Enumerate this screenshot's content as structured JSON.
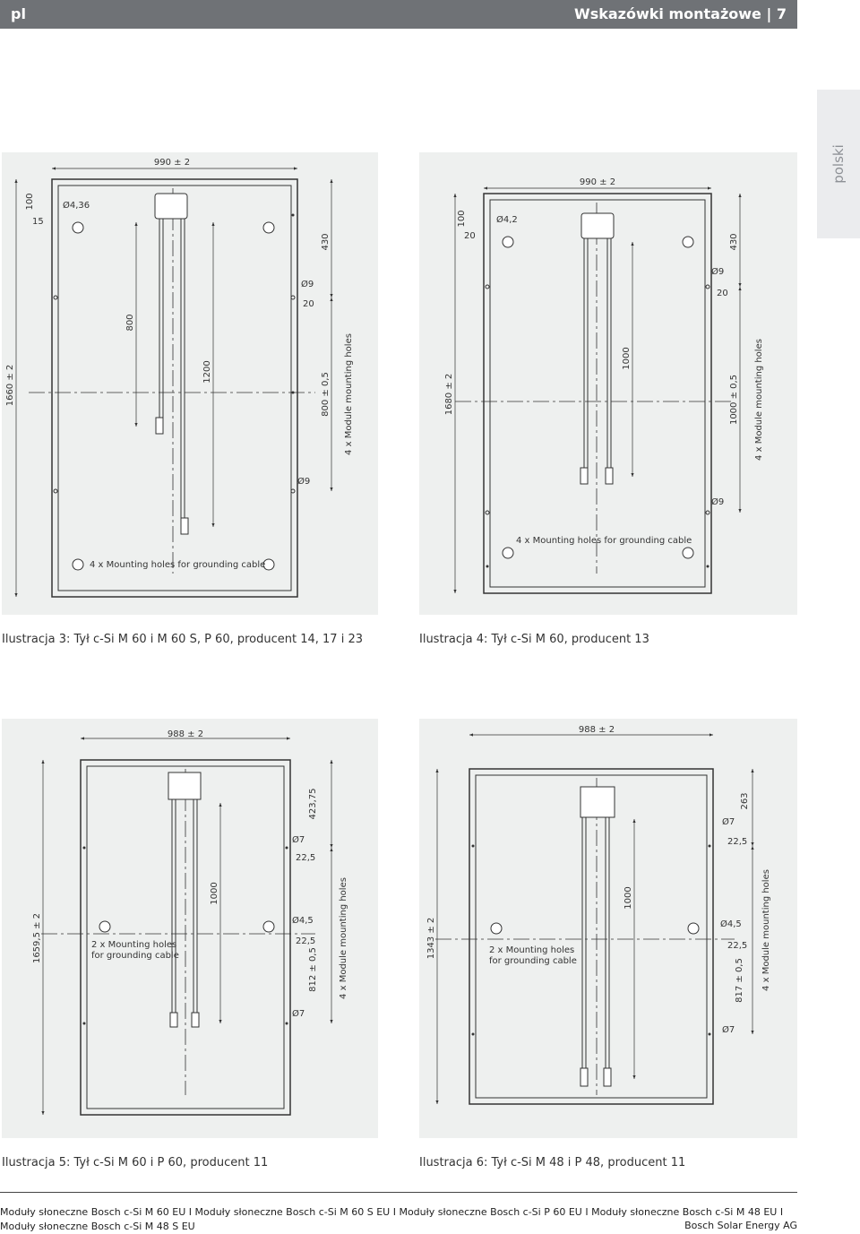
{
  "header": {
    "lang": "pl",
    "title": "Wskazówki montażowe | 7"
  },
  "sidetab": {
    "label": "polski"
  },
  "figures": [
    {
      "caption": "Ilustracja 3: Tył c-Si M 60 i M 60 S, P 60, producent 14, 17 i 23",
      "dims": {
        "width": "990 ± 2",
        "height": "1660 ± 2",
        "top_offset": "100",
        "corner_offset": "15",
        "hole_small": "Ø4,36",
        "top_to_hole": "430",
        "hole_d": "Ø9",
        "edge": "20",
        "cable1": "800",
        "cable2": "1200",
        "hole_spacing": "800 ± 0,5",
        "hole_d2": "Ø9",
        "module_holes": "4 x Module mounting holes",
        "ground_holes": "4 x Mounting holes for grounding cable"
      }
    },
    {
      "caption": "Ilustracja 4: Tył c-Si M 60, producent 13",
      "dims": {
        "width": "990 ± 2",
        "height": "1680 ± 2",
        "top_offset": "100",
        "corner_offset": "20",
        "hole_small": "Ø4,2",
        "top_to_hole": "430",
        "hole_d": "Ø9",
        "edge": "20",
        "cable": "1000",
        "hole_spacing": "1000 ± 0,5",
        "hole_d2": "Ø9",
        "module_holes": "4 x Module mounting holes",
        "ground_holes": "4 x Mounting holes for grounding cable"
      }
    },
    {
      "caption": "Ilustracja 5: Tył c-Si M 60 i P 60, producent 11",
      "dims": {
        "width": "988 ± 2",
        "height": "1659,5 ± 2",
        "top_to_hole": "423,75",
        "hole_d": "Ø7",
        "edge1": "22,5",
        "cable": "1000",
        "hole_g": "Ø4,5",
        "edge2": "22,5",
        "hole_spacing": "812 ± 0,5",
        "hole_d2": "Ø7",
        "module_holes": "4 x Module mounting holes",
        "ground_line1": "2 x Mounting holes",
        "ground_line2": "for grounding cable"
      }
    },
    {
      "caption": "Ilustracja 6: Tył c-Si M 48 i P 48, producent 11",
      "dims": {
        "width": "988 ± 2",
        "height": "1343 ± 2",
        "top_to_hole": "263",
        "hole_d": "Ø7",
        "edge1": "22,5",
        "cable": "1000",
        "hole_g": "Ø4,5",
        "edge2": "22,5",
        "hole_spacing": "817 ± 0,5",
        "hole_d2": "Ø7",
        "module_holes": "4 x Module mounting holes",
        "ground_line1": "2 x Mounting holes",
        "ground_line2": "for grounding cable"
      }
    }
  ],
  "footer": {
    "text": "Moduły słoneczne Bosch c-Si M 60 EU I Moduły słoneczne Bosch c-Si M 60 S EU I Moduły słoneczne Bosch c-Si P 60 EU I Moduły słoneczne Bosch c-Si M 48 EU I Moduły słoneczne Bosch c-Si M 48 S EU",
    "brand": "Bosch Solar Energy AG"
  }
}
